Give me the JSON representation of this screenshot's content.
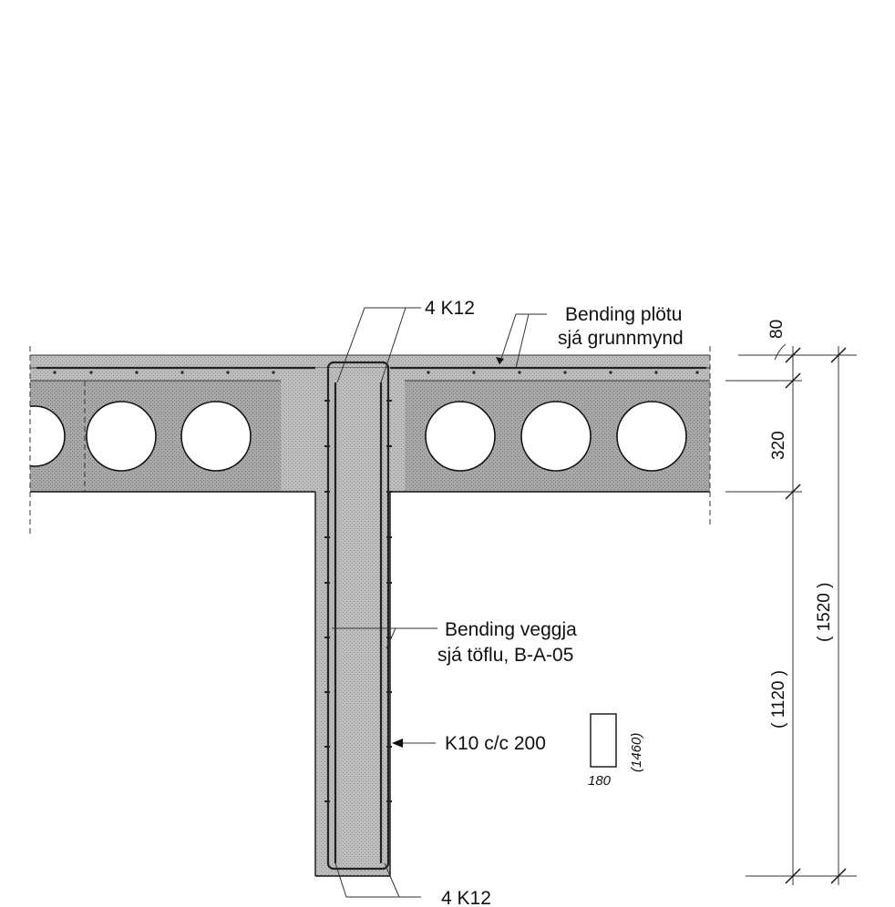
{
  "labels": {
    "top_rebar": "4 K12",
    "slab_bending_line1": "Bending plötu",
    "slab_bending_line2": "sjá grunnmynd",
    "wall_bending_line1": "Bending veggja",
    "wall_bending_line2": "sjá töflu,  B-A-05",
    "stirrup": "K10 c/c 200",
    "bottom_rebar": "4 K12"
  },
  "stirrup_shape": {
    "height": "(1460)",
    "width": "180"
  },
  "dimensions": {
    "topping": "80",
    "slab_depth": "320",
    "wall_height": "( 1120 )",
    "total_height": "( 1520 )"
  },
  "colors": {
    "concrete": "#b9b9b9",
    "line": "#111111",
    "background": "#ffffff"
  }
}
